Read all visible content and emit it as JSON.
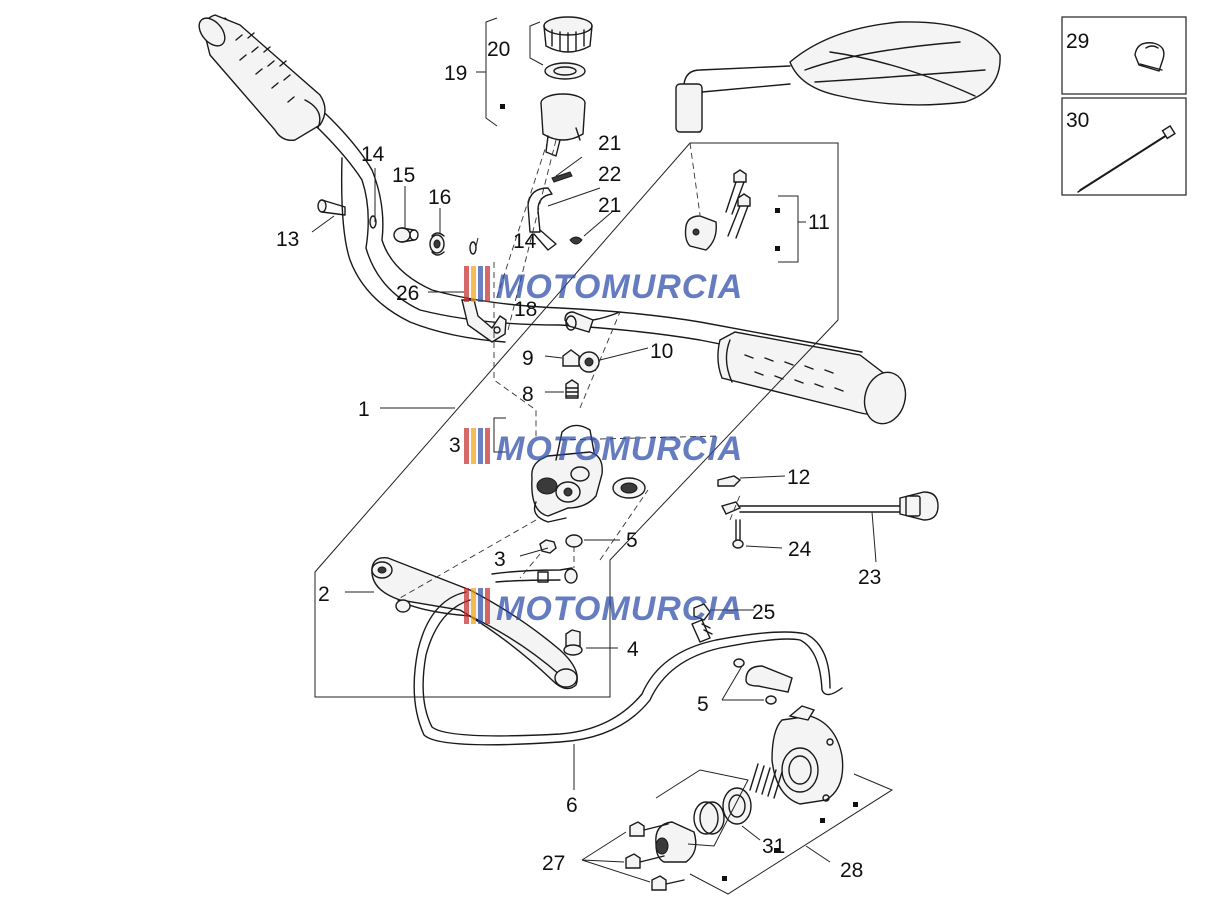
{
  "watermark": {
    "text": "MOTOMURCIA",
    "stripe_colors": [
      "#c62828",
      "#f2a10f",
      "#2b4aa8"
    ]
  },
  "callouts": {
    "c1": "1",
    "c2": "2",
    "c3a": "3",
    "c3b": "3",
    "c4": "4",
    "c5a": "5",
    "c5b": "5",
    "c6": "6",
    "c8": "8",
    "c9": "9",
    "c10": "10",
    "c11": "11",
    "c12": "12",
    "c13": "13",
    "c14a": "14",
    "c14b": "14",
    "c15": "15",
    "c16": "16",
    "c18": "18",
    "c19": "19",
    "c20": "20",
    "c21a": "21",
    "c21b": "21",
    "c22": "22",
    "c23": "23",
    "c24": "24",
    "c25": "25",
    "c26": "26",
    "c27": "27",
    "c28": "28",
    "c29": "29",
    "c30": "30",
    "c31": "31"
  }
}
